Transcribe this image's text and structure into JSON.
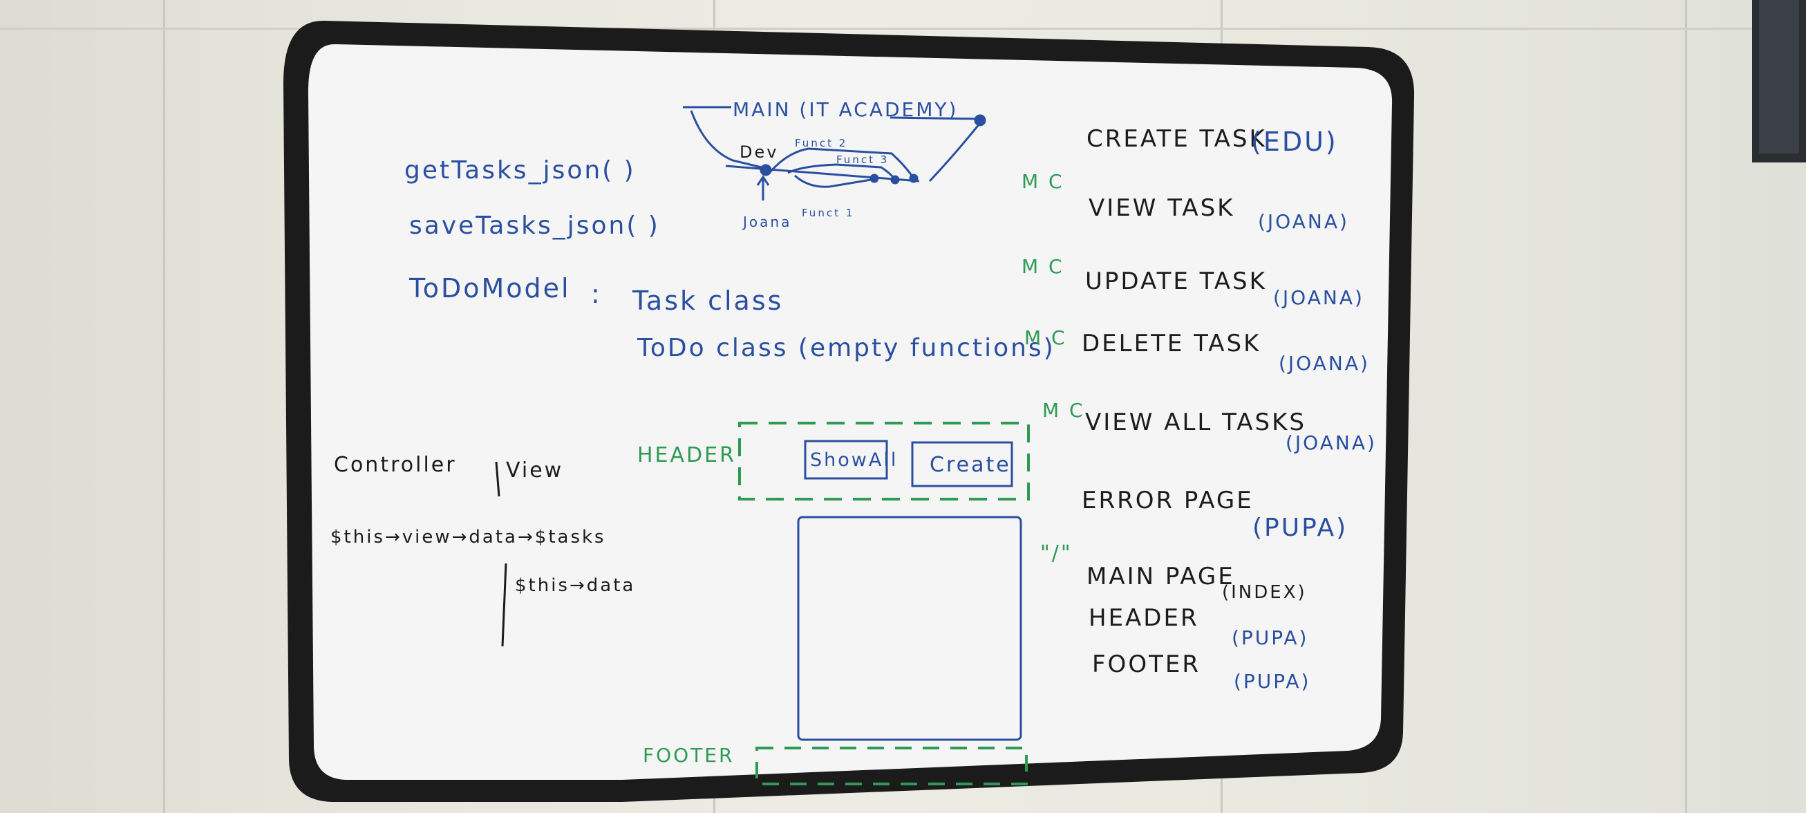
{
  "git_diagram": {
    "main": "MAIN (IT ACADEMY)",
    "dev": "Dev",
    "dev_author": "Joana",
    "branches": [
      "Funct 2",
      "Funct 3",
      "Funct 1"
    ]
  },
  "left_notes": {
    "line1": "getTasks_json( )",
    "line2": "saveTasks_json( )",
    "todo_model": "ToDoModel",
    "colon": ":",
    "task_class": "Task class",
    "todo_class": "ToDo class (empty functions)"
  },
  "controller_notes": {
    "controller": "Controller",
    "view": "View",
    "view_data": "$this→view→data→$tasks",
    "this_data": "$this→data"
  },
  "wireframe": {
    "header_label": "HEADER",
    "show_all": "ShowAll",
    "create": "Create",
    "footer_label": "FOOTER"
  },
  "task_list": [
    {
      "mark": "",
      "task": "CREATE TASK",
      "owner": "(EDU)"
    },
    {
      "mark": "M C",
      "task": "VIEW TASK",
      "owner": "(JOANA)"
    },
    {
      "mark": "M C",
      "task": "UPDATE TASK",
      "owner": "(JOANA)"
    },
    {
      "mark": "M C",
      "task": "DELETE TASK",
      "owner": "(JOANA)"
    },
    {
      "mark": "M C",
      "task": "VIEW ALL TASKS",
      "owner": "(JOANA)"
    },
    {
      "mark": "",
      "task": "ERROR PAGE",
      "owner": "(PUPA)"
    },
    {
      "mark": "\"/\"",
      "task": "MAIN PAGE",
      "owner": "(INDEX)"
    },
    {
      "mark": "",
      "task": "HEADER",
      "owner": "(PUPA)"
    },
    {
      "mark": "",
      "task": "FOOTER",
      "owner": "(PUPA)"
    }
  ],
  "colors": {
    "board_frame": "#1b1b1b",
    "board_surface": "#f4f5f4",
    "marker_blue": "#2a4fa0",
    "marker_black": "#1c1c1c",
    "marker_green": "#2f9a55"
  }
}
